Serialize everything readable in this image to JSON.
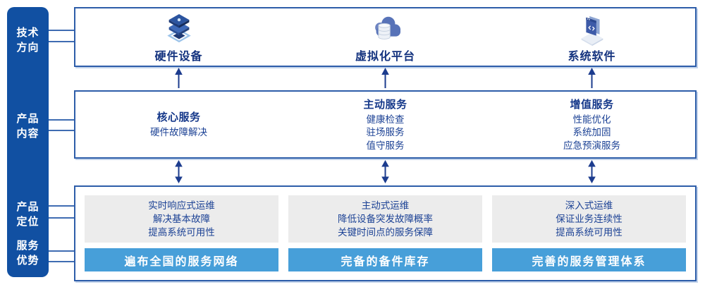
{
  "colors": {
    "sidebar_bg": "#1150a2",
    "box_border": "#2d5da9",
    "connector": "#3f6cb2",
    "heading_navy": "#15388a",
    "body_navy": "#1c4295",
    "top_label_navy": "#14337f",
    "arrow_navy": "#1c3c8e",
    "gray_panel": "#ececec",
    "bar_blue": "#479fd9",
    "white": "#ffffff"
  },
  "sidebar": {
    "items": [
      {
        "line1": "技术",
        "line2": "方向"
      },
      {
        "line1": "产品",
        "line2": "内容"
      },
      {
        "line1": "产品",
        "line2": "定位"
      },
      {
        "line1": "服务",
        "line2": "优势"
      }
    ]
  },
  "tech_row": {
    "columns": [
      {
        "icon": "server-stack-icon",
        "label": "硬件设备"
      },
      {
        "icon": "cloud-database-icon",
        "label": "虚拟化平台"
      },
      {
        "icon": "code-window-icon",
        "label": "系统软件"
      }
    ]
  },
  "content_row": {
    "columns": [
      {
        "heading": "核心服务",
        "items": [
          "硬件故障解决"
        ]
      },
      {
        "heading": "主动服务",
        "items": [
          "健康检查",
          "驻场服务",
          "值守服务"
        ]
      },
      {
        "heading": "增值服务",
        "items": [
          "性能优化",
          "系统加固",
          "应急预演服务"
        ]
      }
    ]
  },
  "position_row": {
    "columns": [
      {
        "lines": [
          "实时响应式运维",
          "解决基本故障",
          "提高系统可用性"
        ],
        "bar": "遍布全国的服务网络"
      },
      {
        "lines": [
          "主动式运维",
          "降低设备突发故障概率",
          "关键时间点的服务保障"
        ],
        "bar": "完备的备件库存"
      },
      {
        "lines": [
          "深入式运维",
          "保证业务连续性",
          "提高系统可用性"
        ],
        "bar": "完善的服务管理体系"
      }
    ]
  }
}
